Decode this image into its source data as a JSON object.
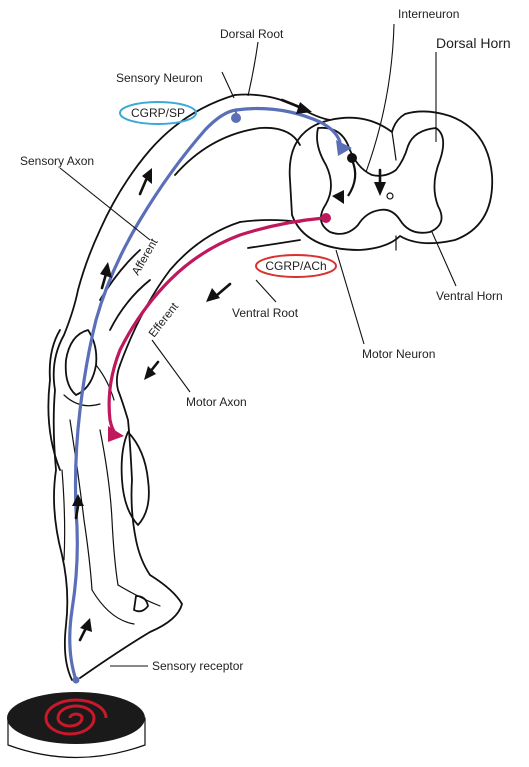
{
  "labels": {
    "interneuron": "Interneuron",
    "dorsal_root": "Dorsal Root",
    "dorsal_horn": "Dorsal Horn",
    "sensory_neuron": "Sensory Neuron",
    "cgrp_sp": "CGRP/SP",
    "sensory_axon": "Sensory Axon",
    "afferent": "Afferent",
    "efferent": "Efferent",
    "cgrp_ach": "CGRP/ACh",
    "ventral_root": "Ventral Root",
    "ventral_horn": "Ventral Horn",
    "motor_neuron": "Motor Neuron",
    "motor_axon": "Motor Axon",
    "sensory_receptor": "Sensory receptor"
  },
  "colors": {
    "sensory_pathway": "#5b6fb8",
    "motor_pathway": "#c0185d",
    "cgrp_sp_ring": "#3aa9d8",
    "cgrp_ach_ring": "#d8322f",
    "heat_coil": "#c8182a",
    "hotplate": "#1a1a1a",
    "outline": "#111111"
  }
}
